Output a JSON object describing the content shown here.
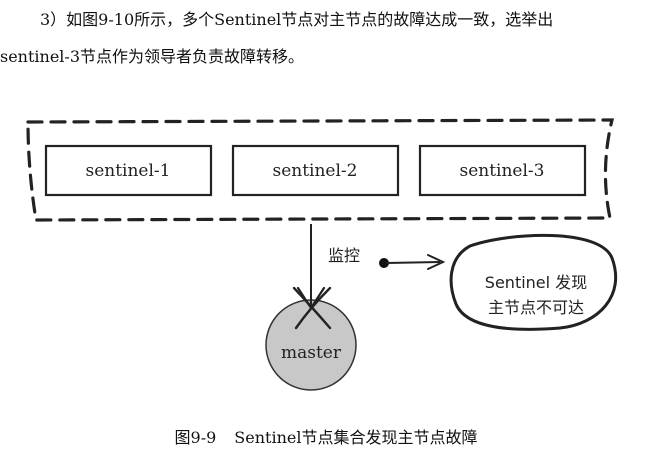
{
  "paragraph": {
    "line1": "3）如图9-10所示，多个Sentinel节点对主节点的故障达成一致，选举出",
    "line2": "sentinel-3节点作为领导者负责故障转移。"
  },
  "diagram": {
    "nodes": [
      "sentinel-1",
      "sentinel-2",
      "sentinel-3"
    ],
    "master_label": "master",
    "monitor_label": "监控",
    "callout_line1": "Sentinel 发现",
    "callout_line2": "主节点不可达"
  },
  "caption": {
    "number": "图9-9",
    "text": "Sentinel节点集合发现主节点故障"
  },
  "colors": {
    "ink": "#222222",
    "master_fill": "#c8c8c8"
  }
}
